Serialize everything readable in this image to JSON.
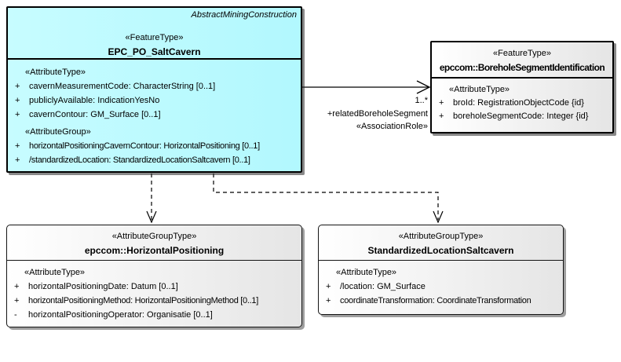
{
  "colors": {
    "class_fill": "#b9faff",
    "group_fill_start": "#ffffff",
    "group_fill_end": "#e5e5e5",
    "border": "#000000",
    "shadow": "#6e6e6e"
  },
  "classes": {
    "salt_cavern": {
      "parent_label": "AbstractMiningConstruction",
      "stereotype": "«FeatureType»",
      "name": "EPC_PO_SaltCavern",
      "attr_header_1": "«AttributeType»",
      "attrs_type": [
        {
          "vis": "+",
          "text": "cavernMeasurementCode: CharacterString [0..1]"
        },
        {
          "vis": "+",
          "text": "publiclyAvailable: IndicationYesNo"
        },
        {
          "vis": "+",
          "text": "cavernContour: GM_Surface [0..1]"
        }
      ],
      "attr_header_2": "«AttributeGroup»",
      "attrs_group": [
        {
          "vis": "+",
          "text": "horizontalPositioningCavernContour: HorizontalPositioning [0..1]"
        },
        {
          "vis": "+",
          "text": "/standardizedLocation: StandardizedLocationSaltcavern [0..1]"
        }
      ]
    },
    "borehole": {
      "stereotype": "«FeatureType»",
      "name": "epccom::BoreholeSegmentIdentification",
      "attr_header": "«AttributeType»",
      "attrs": [
        {
          "vis": "+",
          "text": "broId: RegistrationObjectCode {id}"
        },
        {
          "vis": "+",
          "text": "boreholeSegmentCode: Integer {id}"
        }
      ]
    },
    "horizontal_positioning": {
      "stereotype": "«AttributeGroupType»",
      "name": "epccom::HorizontalPositioning",
      "attr_header": "«AttributeType»",
      "attrs": [
        {
          "vis": "+",
          "text": "horizontalPositioningDate: Datum [0..1]"
        },
        {
          "vis": "+",
          "text": "horizontalPositioningMethod: HorizontalPositioningMethod [0..1]"
        },
        {
          "vis": "-",
          "text": "horizontalPositioningOperator: Organisatie [0..1]"
        }
      ]
    },
    "standardized_location": {
      "stereotype": "«AttributeGroupType»",
      "name": "StandardizedLocationSaltcavern",
      "attr_header": "«AttributeType»",
      "attrs": [
        {
          "vis": "+",
          "text": "/location: GM_Surface"
        },
        {
          "vis": "+",
          "text": "coordinateTransformation: CoordinateTransformation"
        }
      ]
    }
  },
  "association": {
    "multiplicity": "1..*",
    "role_name": "+relatedBoreholeSegment",
    "stereotype": "«AssociationRole»"
  }
}
